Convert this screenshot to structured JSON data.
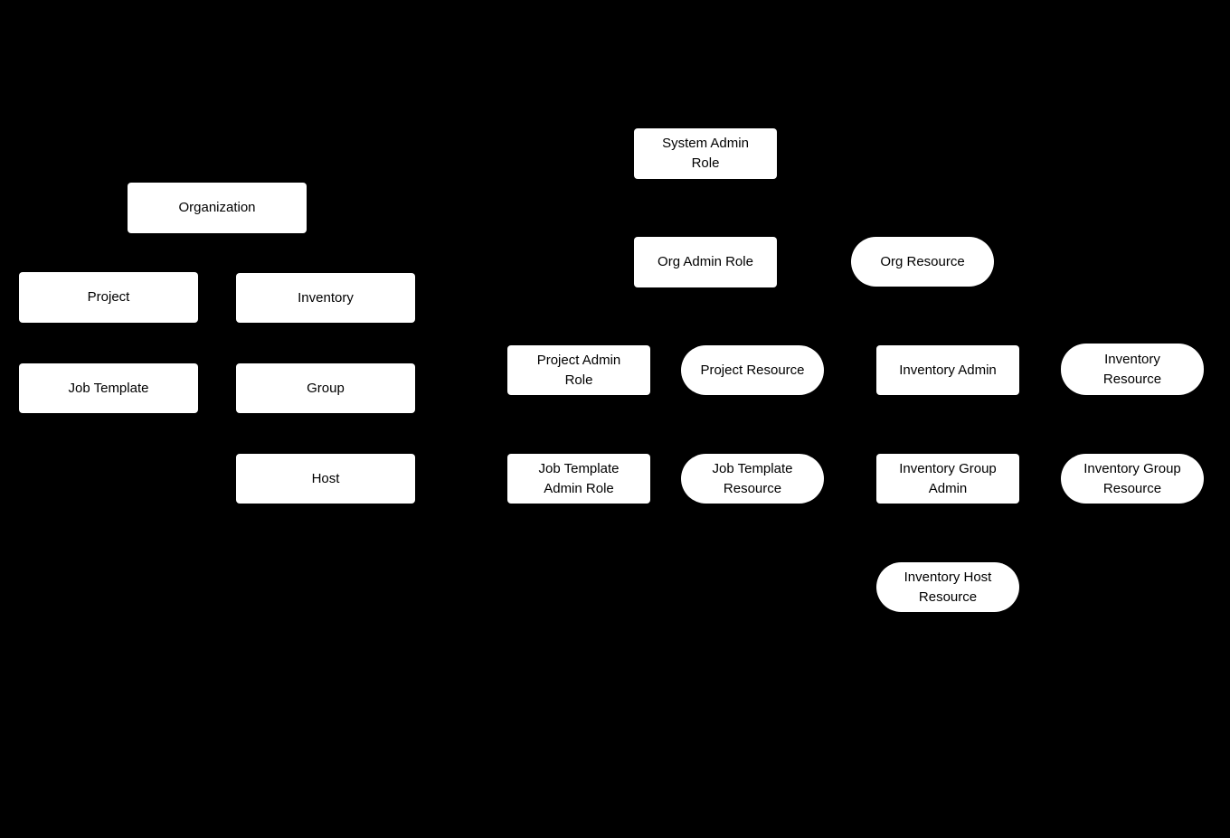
{
  "diagram": {
    "colors": {
      "background": "#000000",
      "node_fill": "#ffffff",
      "node_text": "#000000"
    },
    "nodes": {
      "organization": {
        "label": "Organization",
        "shape": "rectangle"
      },
      "project": {
        "label": "Project",
        "shape": "rectangle"
      },
      "inventory": {
        "label": "Inventory",
        "shape": "rectangle"
      },
      "job_template": {
        "label": "Job Template",
        "shape": "rectangle"
      },
      "group": {
        "label": "Group",
        "shape": "rectangle"
      },
      "host": {
        "label": "Host",
        "shape": "rectangle"
      },
      "system_admin_role": {
        "label": "System Admin\nRole",
        "shape": "rectangle"
      },
      "org_admin_role": {
        "label": "Org Admin Role",
        "shape": "rectangle"
      },
      "org_resource": {
        "label": "Org Resource",
        "shape": "pill"
      },
      "project_admin_role": {
        "label": "Project Admin\nRole",
        "shape": "rectangle"
      },
      "project_resource": {
        "label": "Project Resource",
        "shape": "pill"
      },
      "inventory_admin": {
        "label": "Inventory Admin",
        "shape": "rectangle"
      },
      "inventory_resource": {
        "label": "Inventory\nResource",
        "shape": "pill"
      },
      "job_template_admin_role": {
        "label": "Job Template\nAdmin Role",
        "shape": "rectangle"
      },
      "job_template_resource": {
        "label": "Job Template\nResource",
        "shape": "pill"
      },
      "inventory_group_admin": {
        "label": "Inventory Group\nAdmin",
        "shape": "rectangle"
      },
      "inventory_group_resource": {
        "label": "Inventory Group\nResource",
        "shape": "pill"
      },
      "inventory_host_resource": {
        "label": "Inventory Host\nResource",
        "shape": "pill"
      }
    }
  }
}
